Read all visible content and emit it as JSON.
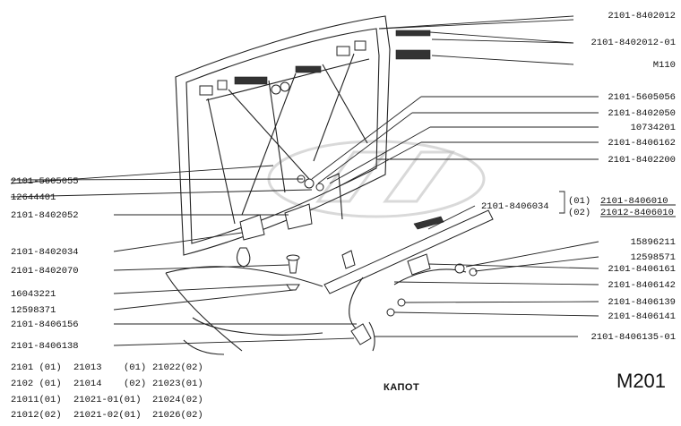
{
  "diagram": {
    "caption": "КАПОТ",
    "figure_code": "M201",
    "colors": {
      "ink": "#222222",
      "background": "#ffffff",
      "watermark": "#b9b9b9"
    },
    "labels_right": [
      "2101-8402012",
      "2101-8402012-01",
      "M110",
      "2101-5605056",
      "2101-8402050",
      "10734201",
      "2101-8406162",
      "2101-8402200",
      "15896211",
      "12598571",
      "2101-8406161",
      "2101-8406142",
      "2101-8406139",
      "2101-8406141",
      "2101-8406135-01"
    ],
    "labels_left": [
      "2101-5605055",
      "12644401",
      "2101-8402052",
      "2101-8402034",
      "2101-8402070",
      "16043221",
      "12598371",
      "2101-8406156",
      "2101-8406138"
    ],
    "center_label": "2101-8406034",
    "variants": [
      {
        "code": "(01)",
        "part": "2101-8406010"
      },
      {
        "code": "(02)",
        "part": "21012-8406010"
      }
    ],
    "applicability": [
      [
        "2101 (01)",
        "21013",
        "(01)",
        "21022(02)"
      ],
      [
        "2102 (01)",
        "21014",
        "(02)",
        "21023(01)"
      ],
      [
        "21011(01)",
        "21021-01(01)",
        "",
        "21024(02)"
      ],
      [
        "21012(02)",
        "21021-02(01)",
        "",
        "21026(02)"
      ]
    ]
  }
}
